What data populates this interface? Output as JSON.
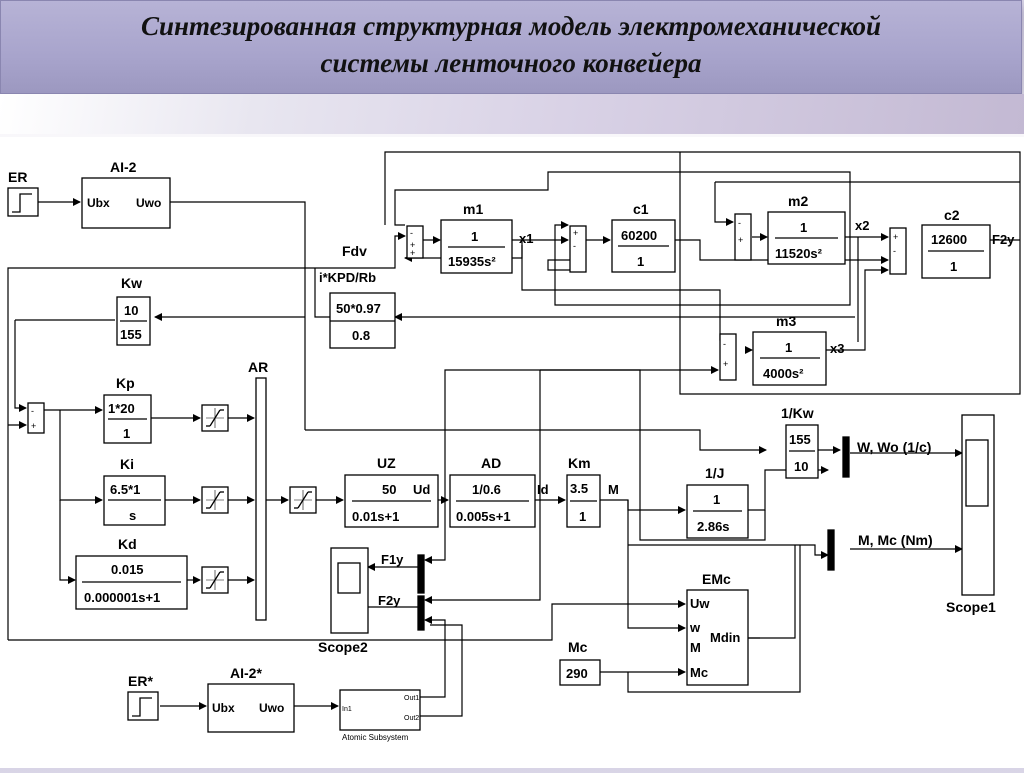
{
  "slide": {
    "title_line1": "Синтезированная структурная модель электромеханической",
    "title_line2": "системы ленточного конвейера"
  },
  "blocks": {
    "er_label": "ER",
    "ai2_name": "AI-2",
    "ai2_in": "Ubx",
    "ai2_out": "Uwo",
    "fdv_name": "Fdv",
    "gain_kpd_name": "i*KPD/Rb",
    "gain_kpd_num": "50*0.97",
    "gain_kpd_den": "0.8",
    "m1_name": "m1",
    "m1_num": "1",
    "m1_den": "15935s²",
    "x1": "x1",
    "c1_name": "c1",
    "c1_num": "60200",
    "c1_den": "1",
    "m2_name": "m2",
    "m2_num": "1",
    "m2_den": "11520s²",
    "x2": "x2",
    "c2_name": "c2",
    "c2_num": "12600",
    "c2_den": "1",
    "f2y": "F2y",
    "m3_name": "m3",
    "m3_num": "1",
    "m3_den": "4000s²",
    "x3": "x3",
    "kw_name": "Kw",
    "kw_num": "10",
    "kw_den": "155",
    "ar_name": "AR",
    "kp_name": "Kp",
    "kp_num": "1*20",
    "kp_den": "1",
    "ki_name": "Ki",
    "ki_num": "6.5*1",
    "ki_den": "s",
    "kd_name": "Kd",
    "kd_num": "0.015",
    "kd_den": "0.000001s+1",
    "uz_name": "UZ",
    "uz_num": "50",
    "uz_den": "0.01s+1",
    "ud": "Ud",
    "ad_name": "AD",
    "ad_num": "1/0.6",
    "ad_den": "0.005s+1",
    "id": "Id",
    "km_name": "Km",
    "km_num": "3.5",
    "km_den": "1",
    "m_sig": "M",
    "invkw_name": "1/Kw",
    "invkw_num": "155",
    "invkw_den": "10",
    "wwo": "W, Wo (1/c)",
    "invj_name": "1/J",
    "invj_num": "1",
    "invj_den": "2.86s",
    "mmc": "M, Mc (Nm)",
    "scope1": "Scope1",
    "scope2": "Scope2",
    "f1y": "F1y",
    "f2y_mux": "F2y",
    "emc_name": "EMc",
    "emc_uw": "Uw",
    "emc_w": "w",
    "emc_m": "M",
    "emc_mc": "Mc",
    "emc_mdin": "Mdin",
    "mc_name": "Mc",
    "mc_val": "290",
    "er2_label": "ER*",
    "ai2s_name": "AI-2*",
    "ai2s_in": "Ubx",
    "ai2s_out": "Uwo",
    "atomic_in": "In1",
    "atomic_out1": "Out1",
    "atomic_out2": "Out2",
    "atomic_label": "Atomic Subsystem",
    "sum_plus": "+",
    "sum_minus": "-"
  }
}
